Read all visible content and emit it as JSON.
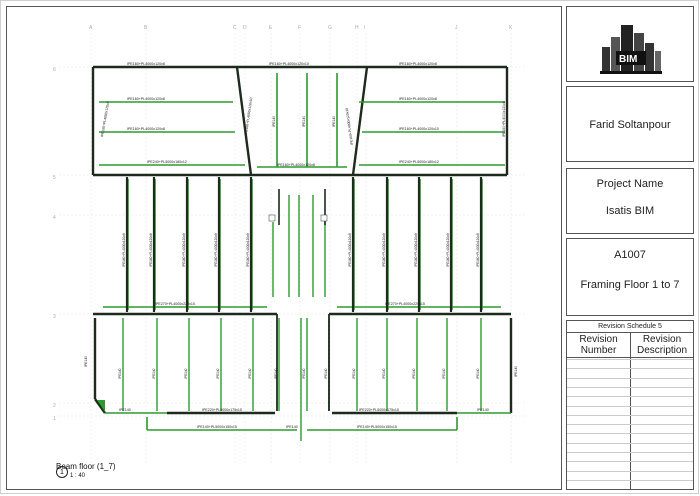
{
  "title_block": {
    "author": "Farid Soltanpour",
    "project_label": "Project Name",
    "project_name": "Isatis BIM",
    "sheet_number": "A1007",
    "sheet_name": "Framing Floor 1 to 7",
    "revision_title": "Revision Schedule 5",
    "revision_col1": "Revision\nNumber",
    "revision_col2": "Revision\nDescription",
    "logo_text": "BIM"
  },
  "view": {
    "number": "1",
    "title": "Beam floor (1_7)",
    "scale": "1 : 40"
  },
  "grid": {
    "columns": [
      "A",
      "B",
      "C",
      "D",
      "E",
      "F",
      "G",
      "H",
      "I",
      "J",
      "K"
    ],
    "rows": [
      "6",
      "5",
      "4",
      "3",
      "2",
      "1"
    ]
  },
  "beam_labels": {
    "top_left_1": "IPE160+PL4000x120x8",
    "top_left_2": "IPE160+PL4000x120x8",
    "top_left_3": "IPE160+PL4000x120x8",
    "top_mid": "IPE160+PL4000x120x10",
    "top_right_1": "IPE160+PL4000x120x8",
    "top_right_2": "IPE160+PL4000x120x8",
    "top_right_3": "IPE160+PL4000x120x10",
    "row5_left": "IPE240+PL5000x180x12",
    "row5_mid": "IPE160+PL4000x120x8",
    "row5_right": "IPE240+PL5000x180x12",
    "row3_left": "IPE270+PL4000x220x15",
    "row3_right": "IPE270+PL4000x220x15",
    "row1_left": "IPE220+PL5000x175x15",
    "row1_right": "IPE220+PL5000x175x15",
    "bottom_left": "IPE140+PL5000x150x15",
    "bottom_right": "IPE140+PL5000x150x15",
    "short": "IPE140",
    "vertical": "IPE160+PL4000x120x8",
    "vertical_long": "IPE160+PL4000x120x10"
  }
}
